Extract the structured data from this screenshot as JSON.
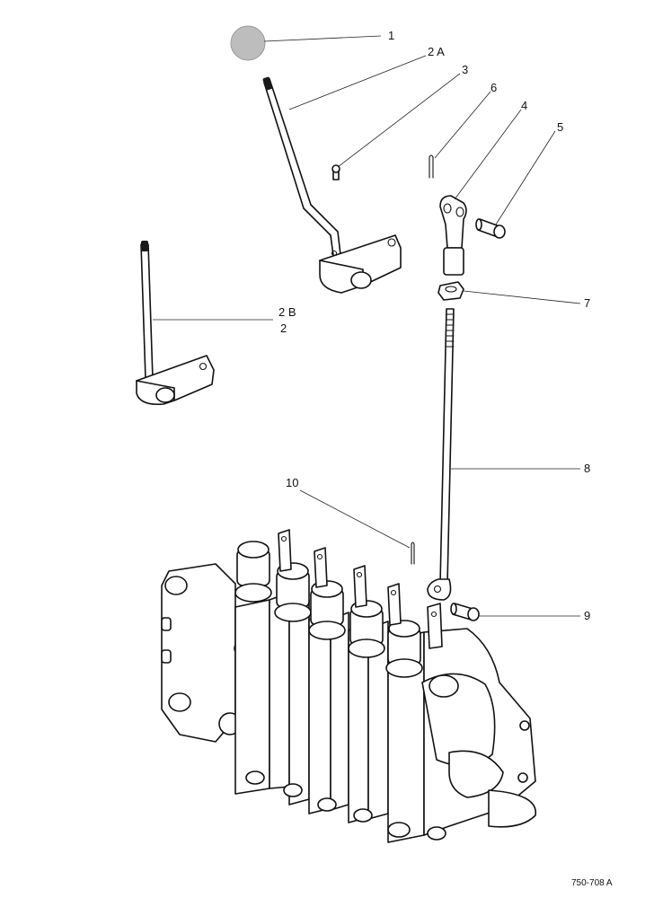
{
  "callouts": [
    {
      "id": "c1",
      "label": "1"
    },
    {
      "id": "c2a",
      "label": "2 A"
    },
    {
      "id": "c3",
      "label": "3"
    },
    {
      "id": "c6",
      "label": "6"
    },
    {
      "id": "c4",
      "label": "4"
    },
    {
      "id": "c5",
      "label": "5"
    },
    {
      "id": "c7",
      "label": "7"
    },
    {
      "id": "c2b",
      "label": "2 B"
    },
    {
      "id": "c2",
      "label": "2"
    },
    {
      "id": "c8",
      "label": "8"
    },
    {
      "id": "c10",
      "label": "10"
    },
    {
      "id": "c9",
      "label": "9"
    }
  ],
  "drawing_code": "750-708 A"
}
